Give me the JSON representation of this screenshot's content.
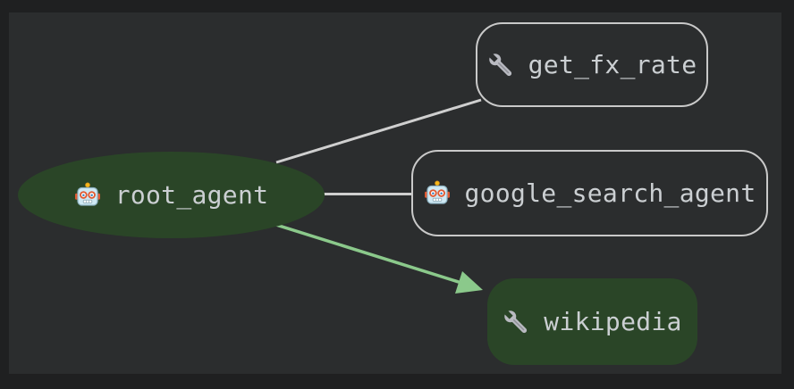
{
  "graph": {
    "nodes": [
      {
        "id": "root_agent",
        "label": "root_agent",
        "icon": "robot-icon",
        "shape": "ellipse",
        "fill": "#2a4527",
        "text_color": "#cbcfd2"
      },
      {
        "id": "get_fx_rate",
        "label": "get_fx_rate",
        "icon": "wrench-icon",
        "shape": "rounded-rect",
        "fill": "transparent",
        "border_color": "#c9c9c9"
      },
      {
        "id": "google_search_agent",
        "label": "google_search_agent",
        "icon": "robot-icon",
        "shape": "rounded-rect",
        "fill": "transparent",
        "border_color": "#c9c9c9"
      },
      {
        "id": "wikipedia",
        "label": "wikipedia",
        "icon": "wrench-icon",
        "shape": "rounded-rect",
        "fill": "#2a4527"
      }
    ],
    "edges": [
      {
        "from": "root_agent",
        "to": "get_fx_rate",
        "color": "#cfcfcf",
        "arrow": false
      },
      {
        "from": "root_agent",
        "to": "google_search_agent",
        "color": "#cfcfcf",
        "arrow": false
      },
      {
        "from": "root_agent",
        "to": "wikipedia",
        "color": "#8bc98b",
        "arrow": true
      }
    ],
    "colors": {
      "canvas_frame": "#1f2021",
      "panel_background": "#2b2d2e",
      "agent_node_green": "#2a4527",
      "node_border": "#c9c9c9",
      "edge_default": "#cfcfcf",
      "edge_highlight": "#8bc98b",
      "label_text": "#cbcfd2"
    }
  }
}
